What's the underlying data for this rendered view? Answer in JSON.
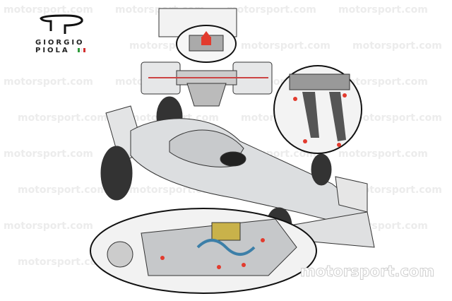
{
  "watermark": "motorsport.com",
  "logo": {
    "line1": "GIORGIO",
    "line2": "PIOLA"
  },
  "colors": {
    "flag_green": "#2e9a3a",
    "flag_white": "#ffffff",
    "flag_red": "#d32f2f",
    "highlight_red": "#e23b2e",
    "car_silver": "#d8dadc",
    "outline": "#333333"
  },
  "big_watermark": "motorsport.com"
}
